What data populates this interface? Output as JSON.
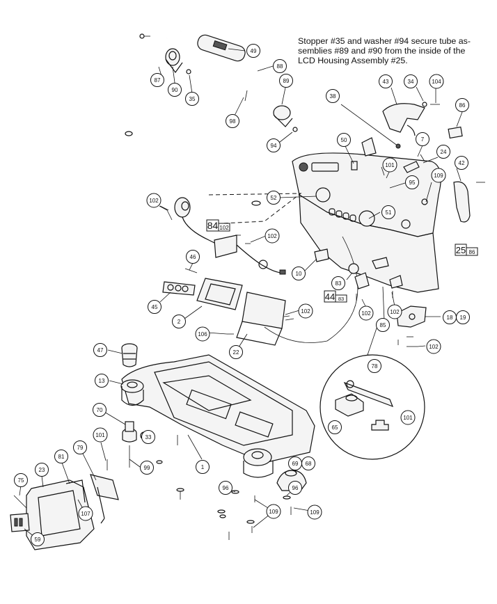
{
  "note": {
    "line1": "Stopper #35 and washer #94 secure tube as-",
    "line2": "semblies #89 and #90 from the inside of the",
    "line3": "LCD Housing Assembly #25."
  },
  "callouts": [
    {
      "id": "c49",
      "label": "49"
    },
    {
      "id": "c88",
      "label": "88"
    },
    {
      "id": "c87",
      "label": "87"
    },
    {
      "id": "c90",
      "label": "90"
    },
    {
      "id": "c35",
      "label": "35"
    },
    {
      "id": "c89",
      "label": "89"
    },
    {
      "id": "c98",
      "label": "98"
    },
    {
      "id": "c94",
      "label": "94"
    },
    {
      "id": "c38",
      "label": "38"
    },
    {
      "id": "c43",
      "label": "43"
    },
    {
      "id": "c34",
      "label": "34"
    },
    {
      "id": "c104",
      "label": "104"
    },
    {
      "id": "c86",
      "label": "86"
    },
    {
      "id": "c50",
      "label": "50"
    },
    {
      "id": "c7",
      "label": "7"
    },
    {
      "id": "c24",
      "label": "24"
    },
    {
      "id": "c101a",
      "label": "101"
    },
    {
      "id": "c42",
      "label": "42"
    },
    {
      "id": "c95",
      "label": "95"
    },
    {
      "id": "c109a",
      "label": "109"
    },
    {
      "id": "c52",
      "label": "52"
    },
    {
      "id": "c51",
      "label": "51"
    },
    {
      "id": "c102a",
      "label": "102"
    },
    {
      "id": "c102b",
      "label": "102"
    },
    {
      "id": "c46",
      "label": "46"
    },
    {
      "id": "c10",
      "label": "10"
    },
    {
      "id": "c83",
      "label": "83"
    },
    {
      "id": "c45",
      "label": "45"
    },
    {
      "id": "c2",
      "label": "2"
    },
    {
      "id": "c102c",
      "label": "102"
    },
    {
      "id": "c102d",
      "label": "102"
    },
    {
      "id": "c102e",
      "label": "102"
    },
    {
      "id": "c106",
      "label": "106"
    },
    {
      "id": "c22",
      "label": "22"
    },
    {
      "id": "c85",
      "label": "85"
    },
    {
      "id": "c18",
      "label": "18"
    },
    {
      "id": "c19",
      "label": "19"
    },
    {
      "id": "c102f",
      "label": "102"
    },
    {
      "id": "c47",
      "label": "47"
    },
    {
      "id": "c13",
      "label": "13"
    },
    {
      "id": "c78",
      "label": "78"
    },
    {
      "id": "c70",
      "label": "70"
    },
    {
      "id": "c33",
      "label": "33"
    },
    {
      "id": "c101b",
      "label": "101"
    },
    {
      "id": "c79",
      "label": "79"
    },
    {
      "id": "c99",
      "label": "99"
    },
    {
      "id": "c1",
      "label": "1"
    },
    {
      "id": "c65",
      "label": "65"
    },
    {
      "id": "c101c",
      "label": "101"
    },
    {
      "id": "c81",
      "label": "81"
    },
    {
      "id": "c23",
      "label": "23"
    },
    {
      "id": "c69",
      "label": "69"
    },
    {
      "id": "c68",
      "label": "68"
    },
    {
      "id": "c75",
      "label": "75"
    },
    {
      "id": "c107",
      "label": "107"
    },
    {
      "id": "c96a",
      "label": "96"
    },
    {
      "id": "c96b",
      "label": "96"
    },
    {
      "id": "c109b",
      "label": "109"
    },
    {
      "id": "c109c",
      "label": "109"
    },
    {
      "id": "c59",
      "label": "59"
    }
  ],
  "boxlabels": {
    "b84": {
      "main": "84",
      "sub": "102"
    },
    "b25": {
      "main": "25",
      "sub": "86"
    },
    "b44": {
      "main": "44",
      "sub": "83"
    }
  }
}
